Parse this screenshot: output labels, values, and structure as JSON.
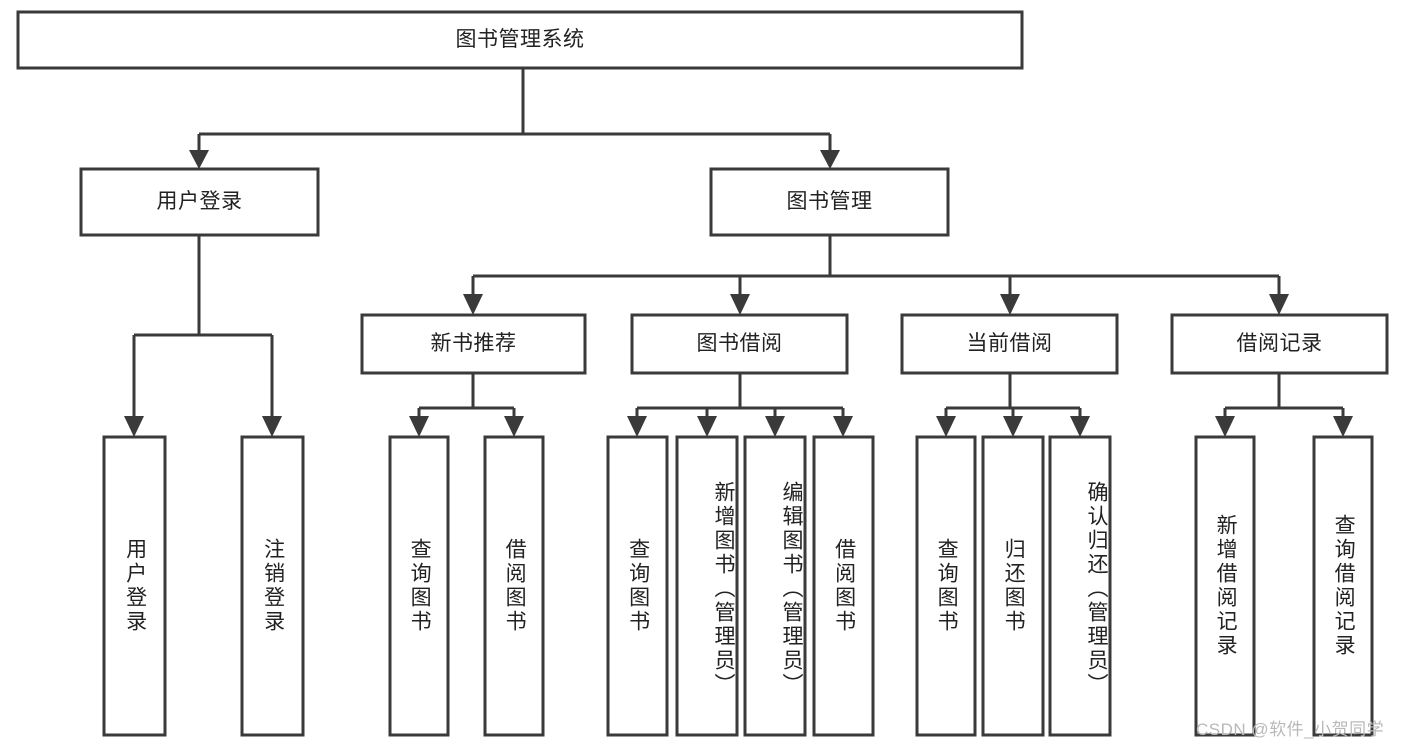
{
  "diagram": {
    "type": "tree-hierarchy",
    "title": "图书管理系统",
    "watermark": "CSDN @软件_小贺同学",
    "colors": {
      "box_fill": "#ffffff",
      "box_stroke": "#3a3a3a",
      "connector": "#3a3a3a",
      "text": "#222222",
      "watermark": "#b9b9b9",
      "background": "#ffffff"
    },
    "nodes": {
      "root": {
        "label": "图书管理系统",
        "orientation": "horizontal"
      },
      "level2": [
        {
          "label": "用户登录",
          "orientation": "horizontal"
        },
        {
          "label": "图书管理",
          "orientation": "horizontal"
        }
      ],
      "level3": [
        {
          "label": "新书推荐",
          "orientation": "horizontal"
        },
        {
          "label": "图书借阅",
          "orientation": "horizontal"
        },
        {
          "label": "当前借阅",
          "orientation": "horizontal"
        },
        {
          "label": "借阅记录",
          "orientation": "horizontal"
        }
      ],
      "leaves": {
        "user_login": [
          {
            "label": "用户登录",
            "orientation": "vertical"
          },
          {
            "label": "注销登录",
            "orientation": "vertical"
          }
        ],
        "new_book_recommend": [
          {
            "label": "查询图书",
            "orientation": "vertical"
          },
          {
            "label": "借阅图书",
            "orientation": "vertical"
          }
        ],
        "book_borrow": [
          {
            "label": "查询图书",
            "orientation": "vertical"
          },
          {
            "label": "新增图书（管理员）",
            "orientation": "vertical"
          },
          {
            "label": "编辑图书（管理员）",
            "orientation": "vertical"
          },
          {
            "label": "借阅图书",
            "orientation": "vertical"
          }
        ],
        "current_borrow": [
          {
            "label": "查询图书",
            "orientation": "vertical"
          },
          {
            "label": "归还图书",
            "orientation": "vertical"
          },
          {
            "label": "确认归还（管理员）",
            "orientation": "vertical"
          }
        ],
        "borrow_record": [
          {
            "label": "新增借阅记录",
            "orientation": "vertical"
          },
          {
            "label": "查询借阅记录",
            "orientation": "vertical"
          }
        ]
      }
    }
  }
}
